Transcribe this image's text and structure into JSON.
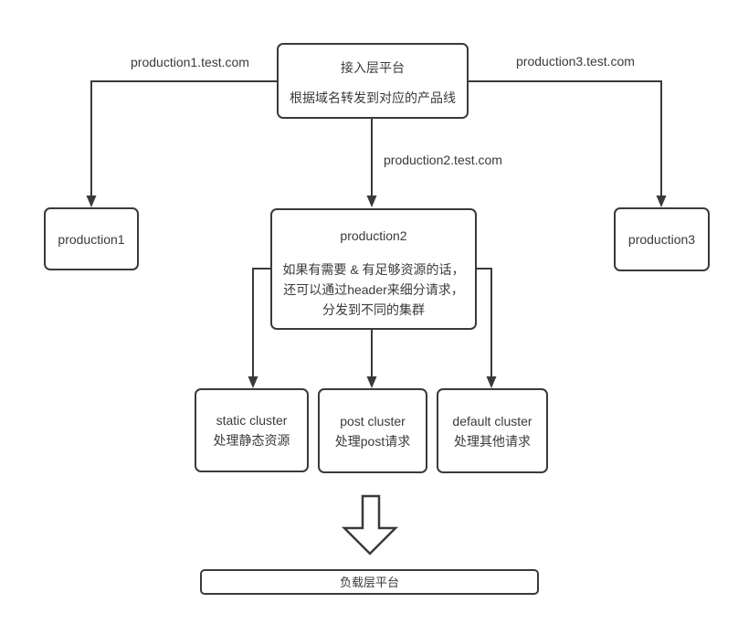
{
  "colors": {
    "stroke": "#3a3a3a",
    "text": "#3a3a3a",
    "background": "#ffffff"
  },
  "edge_labels": {
    "domain1": "production1.test.com",
    "domain2": "production2.test.com",
    "domain3": "production3.test.com"
  },
  "nodes": {
    "access_layer": {
      "title": "接入层平台",
      "subtitle": "根据域名转发到对应的产品线"
    },
    "production1": {
      "title": "production1"
    },
    "production2": {
      "title": "production2",
      "note_line1": "如果有需要 & 有足够资源的话，",
      "note_line2": "还可以通过header来细分请求，",
      "note_line3": "分发到不同的集群"
    },
    "production3": {
      "title": "production3"
    },
    "clusters": [
      {
        "line1": "static cluster",
        "line2": "处理静态资源"
      },
      {
        "line1": "post cluster",
        "line2": "处理post请求"
      },
      {
        "line1": "default cluster",
        "line2": "处理其他请求"
      }
    ],
    "load_layer": {
      "title": "负载层平台"
    }
  }
}
